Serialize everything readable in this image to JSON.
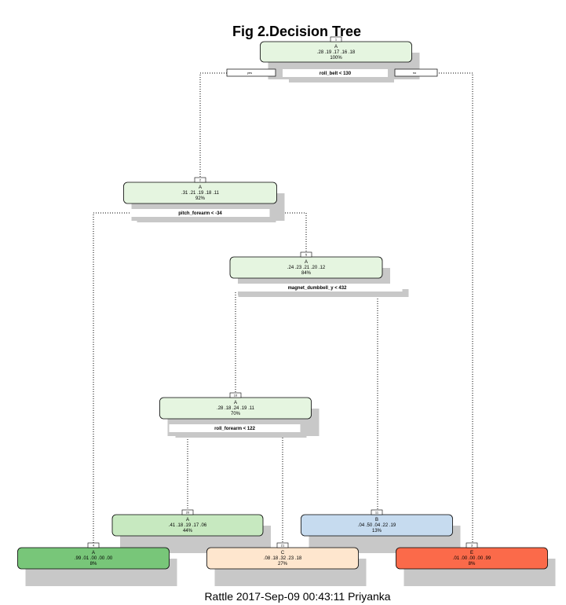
{
  "title": "Fig 2.Decision Tree",
  "caption": "Rattle 2017-Sep-09 00:43:11 Priyanka",
  "branch_labels": {
    "yes": "yes",
    "no": "no"
  },
  "colors": {
    "A_leaf_dark": "#78c679",
    "A_leaf_light": "#c7e9c0",
    "internal": "#e5f5e0",
    "B_leaf": "#c6dbef",
    "C_leaf": "#fee6ce",
    "E_leaf": "#fb6a4a",
    "shadow": "#c8c8c8"
  },
  "nodes": [
    {
      "id": "1",
      "class": "A",
      "probs": ".28 .19 .17 .16 .18",
      "pct": "100%",
      "split": "roll_belt < 130"
    },
    {
      "id": "2",
      "class": "A",
      "probs": ".31 .21 .19 .18 .11",
      "pct": "92%",
      "split": "pitch_forearm < -34"
    },
    {
      "id": "5",
      "class": "A",
      "probs": ".24 .23 .21 .20 .12",
      "pct": "84%",
      "split": "magnet_dumbbell_y < 432"
    },
    {
      "id": "10",
      "class": "A",
      "probs": ".28 .18 .24 .19 .11",
      "pct": "70%",
      "split": "roll_forearm < 122"
    },
    {
      "id": "20",
      "class": "A",
      "probs": ".41 .18 .19 .17 .06",
      "pct": "44%",
      "split": ""
    },
    {
      "id": "11",
      "class": "B",
      "probs": ".04 .50 .04 .22 .19",
      "pct": "13%",
      "split": ""
    },
    {
      "id": "4",
      "class": "A",
      "probs": ".99 .01 .00 .00 .00",
      "pct": "8%",
      "split": ""
    },
    {
      "id": "21",
      "class": "C",
      "probs": ".08 .18 .32 .23 .18",
      "pct": "27%",
      "split": ""
    },
    {
      "id": "3",
      "class": "E",
      "probs": ".01 .00 .00 .00 .99",
      "pct": "8%",
      "split": ""
    }
  ]
}
